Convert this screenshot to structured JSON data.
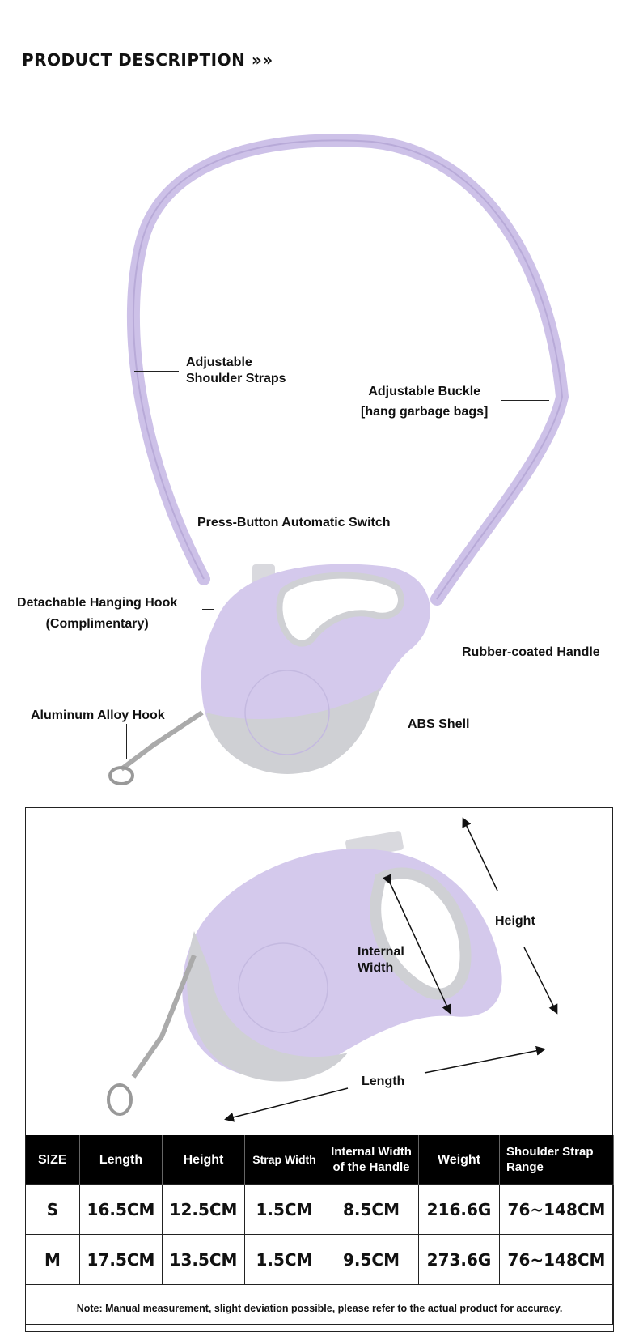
{
  "header": {
    "title": "PRODUCT DESCRIPTION",
    "chevrons": "»»"
  },
  "callouts": {
    "shoulder_straps": [
      "Adjustable",
      "Shoulder Straps"
    ],
    "buckle": [
      "Adjustable Buckle",
      "[hang garbage bags]"
    ],
    "switch": "Press-Button Automatic Switch",
    "hanging_hook": [
      "Detachable Hanging Hook",
      "(Complimentary)"
    ],
    "handle": "Rubber-coated Handle",
    "alloy_hook": "Aluminum Alloy Hook",
    "shell": "ABS Shell"
  },
  "dimensions": {
    "height": "Height",
    "internal_width": [
      "Internal",
      "Width"
    ],
    "length": "Length"
  },
  "table": {
    "headers": [
      "SIZE",
      "Length",
      "Height",
      "Strap Width",
      "Internal Width of the Handle",
      "Weight",
      "Shoulder Strap Range"
    ],
    "rows": [
      [
        "S",
        "16.5CM",
        "12.5CM",
        "1.5CM",
        "8.5CM",
        "216.6G",
        "76~148CM"
      ],
      [
        "M",
        "17.5CM",
        "13.5CM",
        "1.5CM",
        "9.5CM",
        "273.6G",
        "76~148CM"
      ]
    ],
    "note": "Note: Manual measurement, slight deviation possible, please refer to the actual product for accuracy."
  },
  "colors": {
    "purple": "#d4c9ec",
    "gray": "#cfd0d4"
  }
}
